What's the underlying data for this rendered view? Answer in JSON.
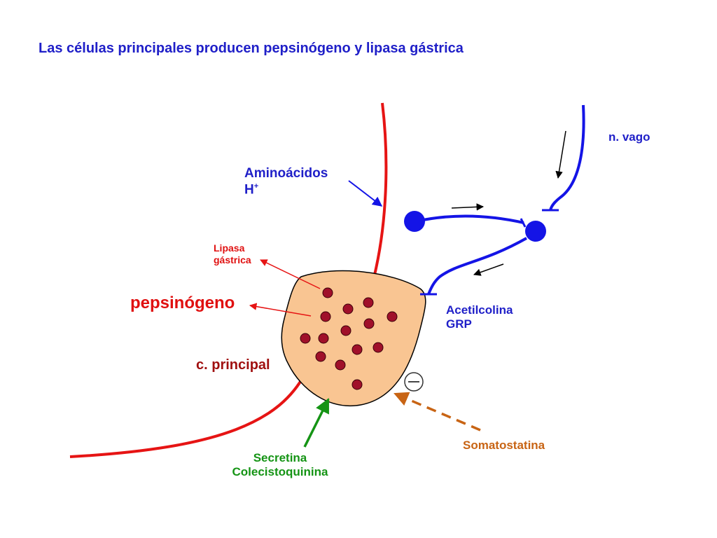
{
  "title": "Las células principales producen pepsinógeno y lipasa gástrica",
  "labels": {
    "vagus": "n. vago",
    "amino_line1": "Aminoácidos",
    "amino_line2": "H",
    "amino_sup": "+",
    "lipase_line1": "Lipasa",
    "lipase_line2": "gástrica",
    "pepsinogen": "pepsinógeno",
    "chief_cell": "c. principal",
    "acetylcholine_line1": "Acetilcolina",
    "acetylcholine_line2": "GRP",
    "secretin_line1": "Secretina",
    "secretin_line2": "Colecistoquinina",
    "somatostatin": "Somatostatina"
  },
  "colors": {
    "neuron": "#1414e6",
    "lumen_border": "#e61414",
    "cell_fill": "#f9c592",
    "granule": "#a0102a",
    "stimulus_green": "#159415",
    "inhibitor_orange": "#c86414"
  },
  "icons": {
    "inhibition_symbol": "minus-circle-icon"
  }
}
